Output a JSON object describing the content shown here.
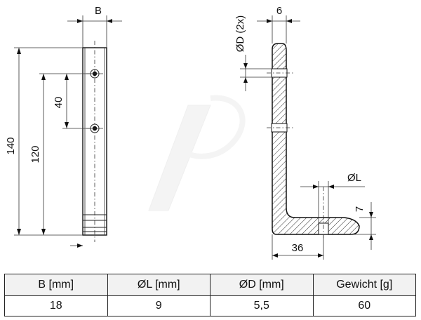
{
  "left_view": {
    "width_label": "B",
    "height_140": "140",
    "height_120": "120",
    "hole_spacing": "40"
  },
  "side_view": {
    "thickness": "6",
    "hole_diameter": "ØD (2x)",
    "slot_diameter": "ØL",
    "foot_height": "7",
    "foot_length": "36"
  },
  "spec_table": {
    "headers": [
      "B [mm]",
      "ØL [mm]",
      "ØD [mm]",
      "Gewicht [g]"
    ],
    "values": [
      "18",
      "9",
      "5,5",
      "60"
    ]
  }
}
